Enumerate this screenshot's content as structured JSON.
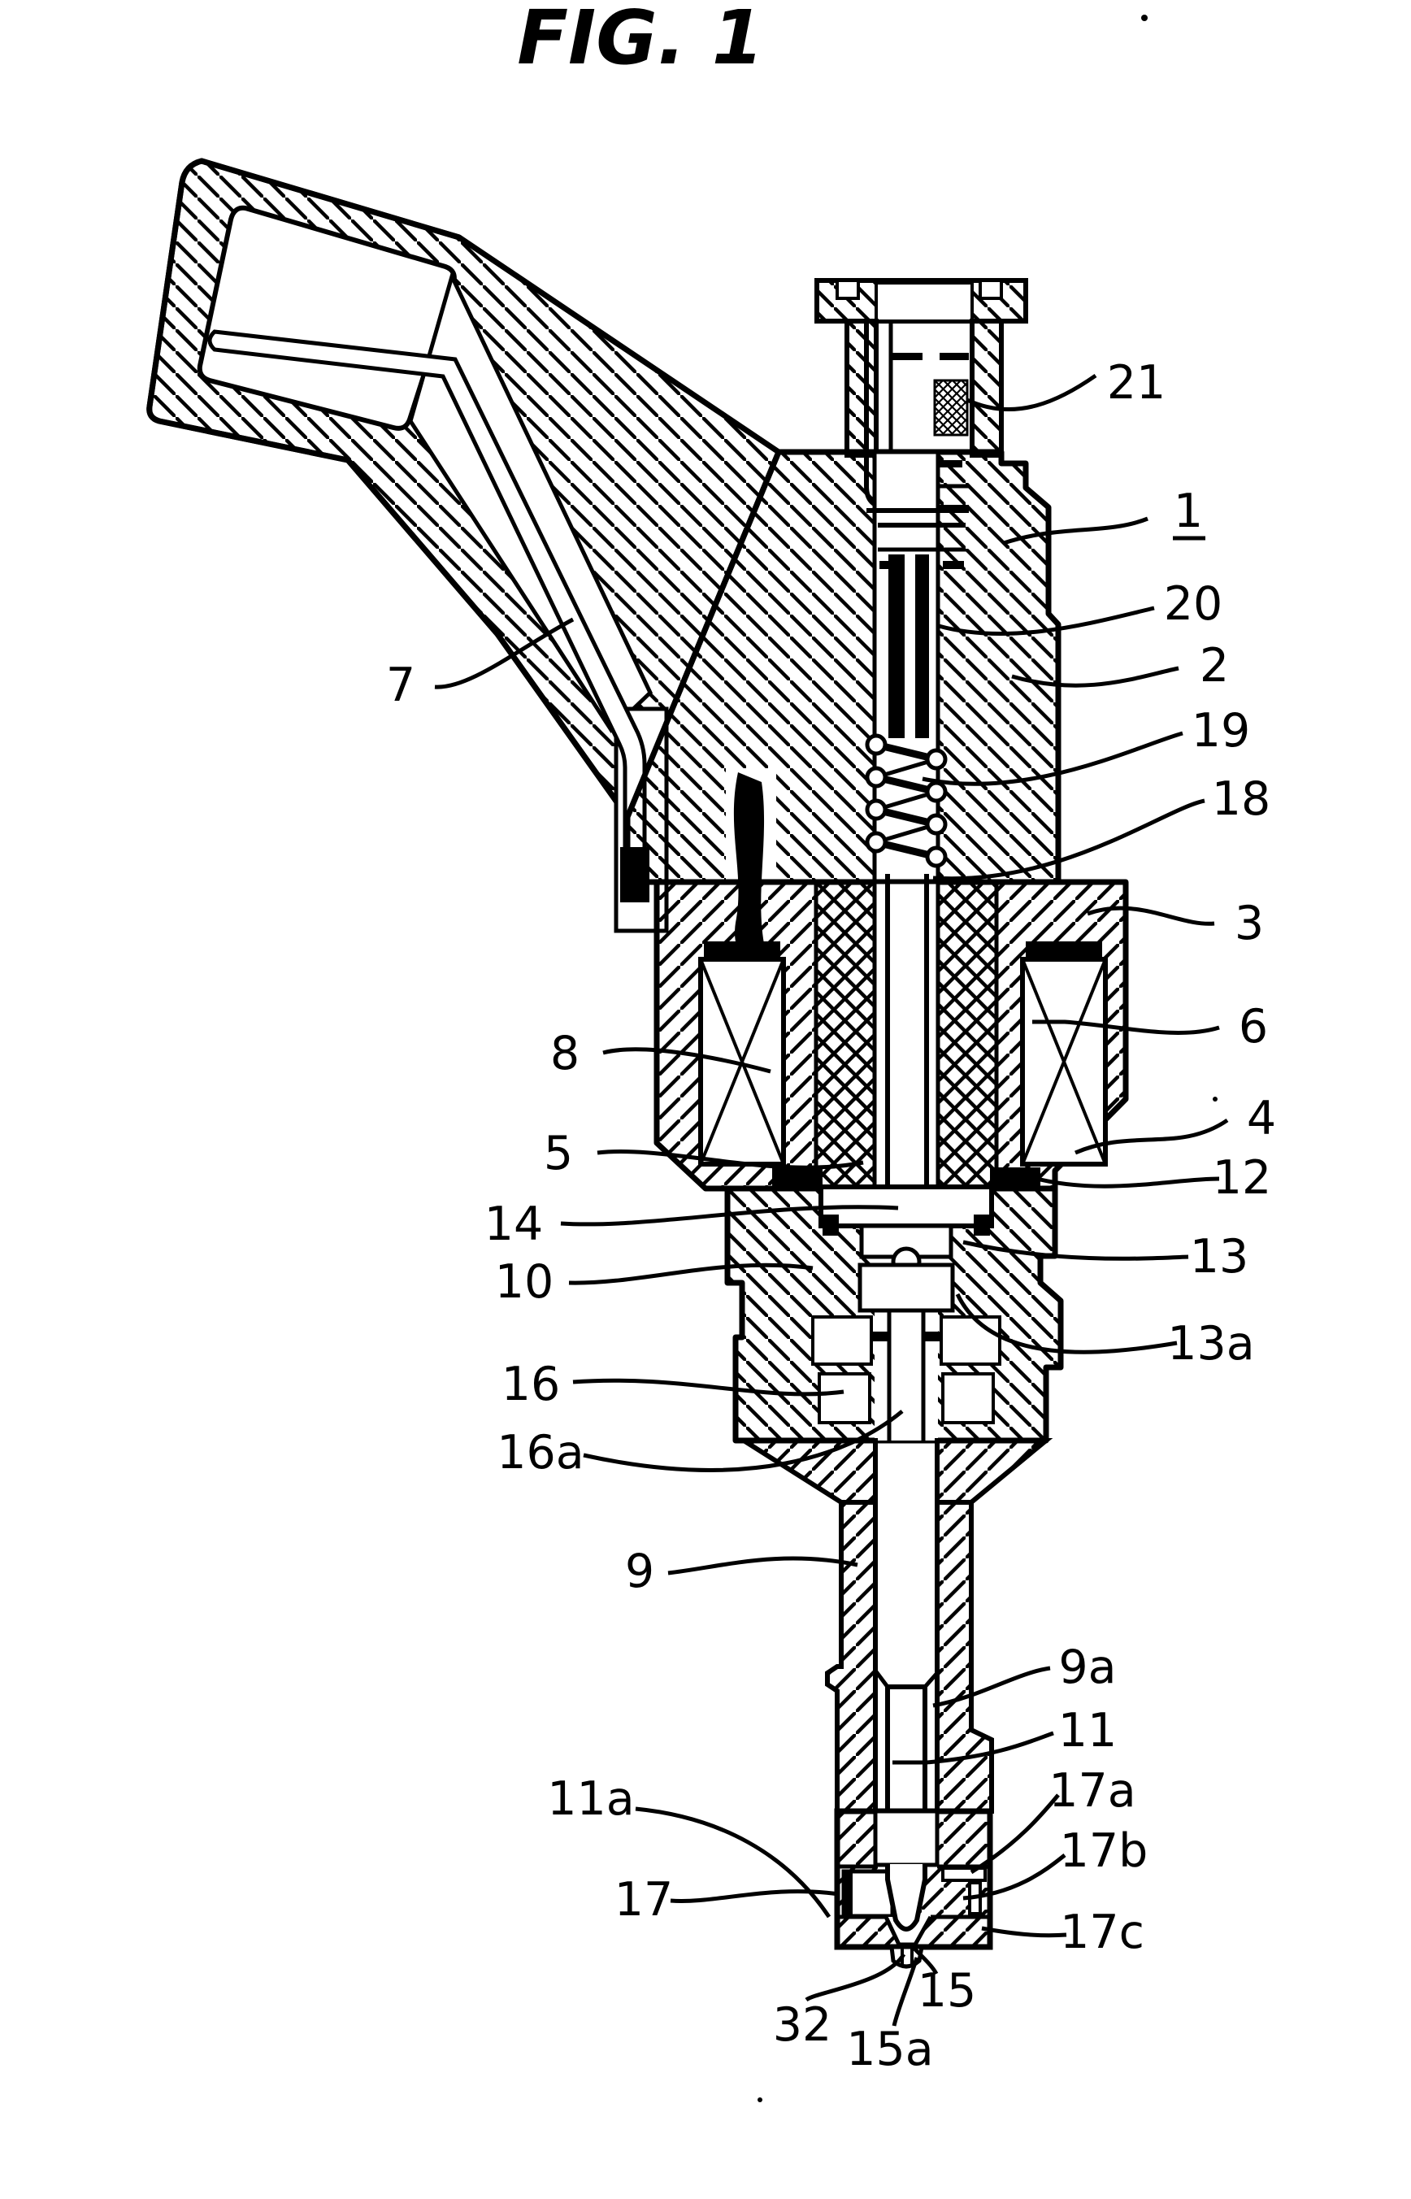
{
  "figure": {
    "title": "FIG. 1"
  },
  "reference_labels": {
    "r21": "21",
    "r1": "1",
    "r20": "20",
    "r2": "2",
    "r19": "19",
    "r18": "18",
    "r3": "3",
    "r6": "6",
    "r4": "4",
    "r12": "12",
    "r13": "13",
    "r13a": "13a",
    "r7": "7",
    "r8": "8",
    "r5": "5",
    "r14": "14",
    "r10": "10",
    "r16": "16",
    "r16a": "16a",
    "r9": "9",
    "r9a": "9a",
    "r11": "11",
    "r11a": "11a",
    "r17": "17",
    "r17a": "17a",
    "r17b": "17b",
    "r17c": "17c",
    "r15": "15",
    "r15a": "15a",
    "r32": "32"
  },
  "colors": {
    "ink": "#000000",
    "paper": "#ffffff"
  }
}
